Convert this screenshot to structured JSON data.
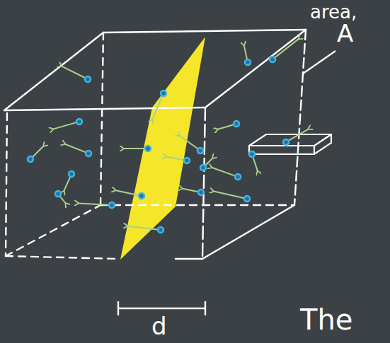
{
  "diagram": {
    "labels": [
      "area,",
      "A",
      "d",
      "The"
    ]
  }
}
